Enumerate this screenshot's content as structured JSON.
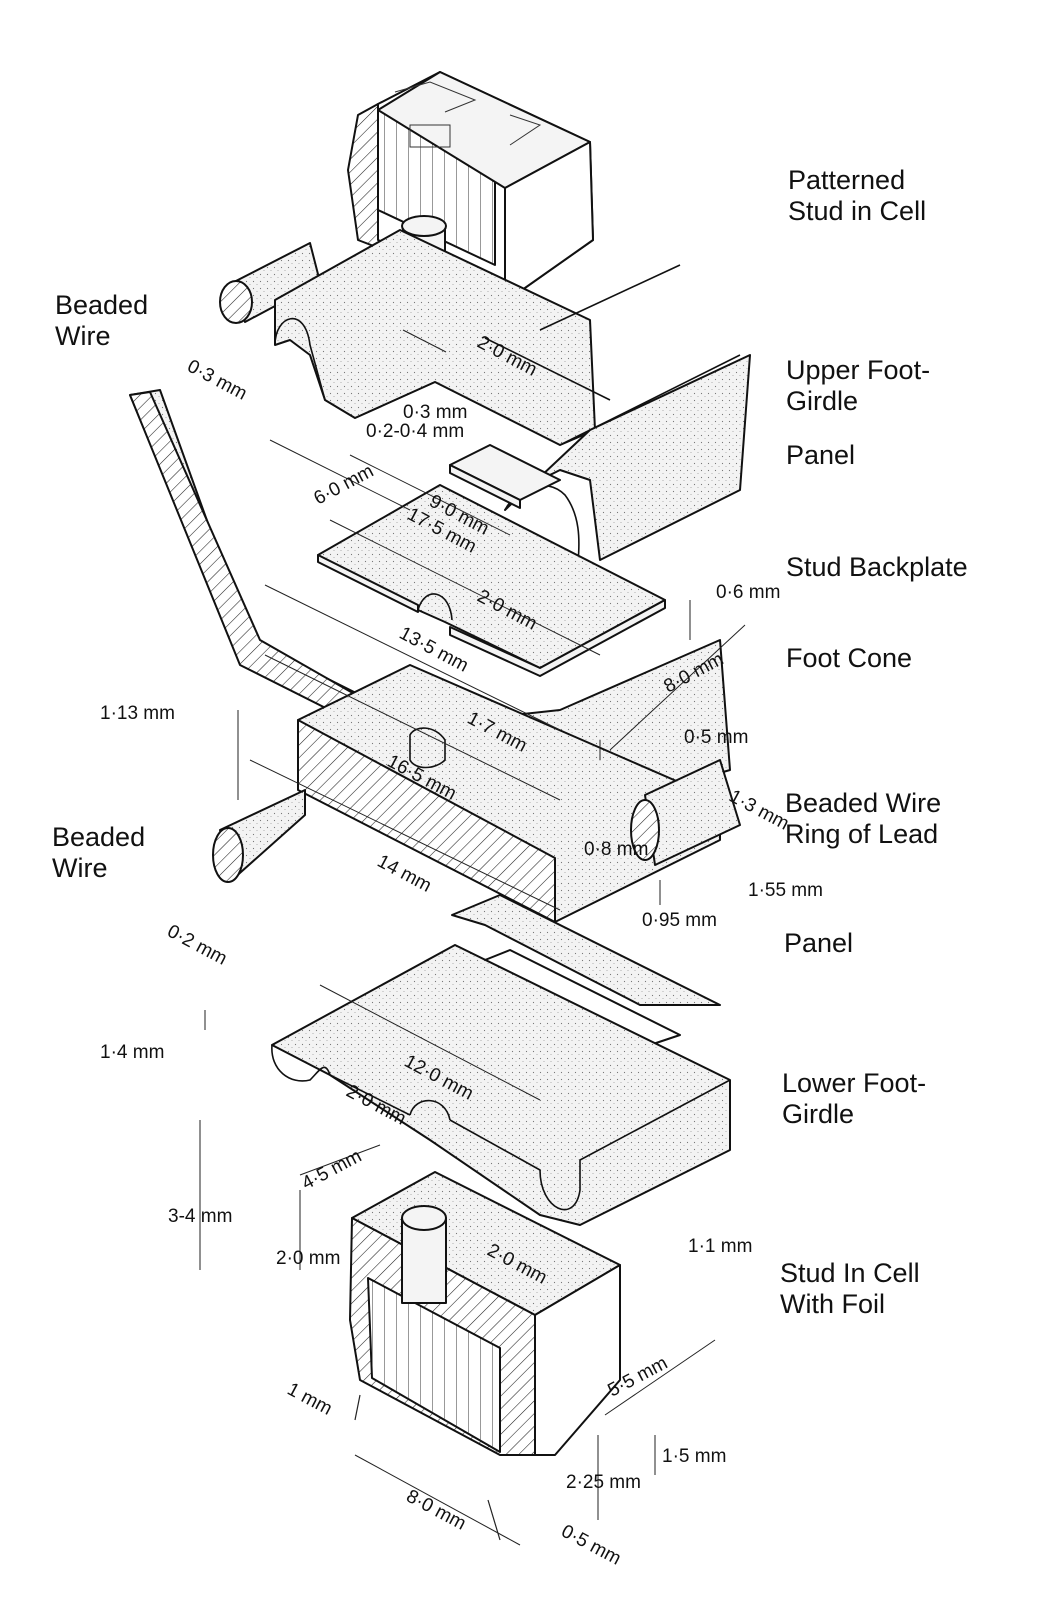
{
  "figure": {
    "part_labels": [
      {
        "id": "patterned-stud-in-cell",
        "text": "Patterned\nStud in Cell"
      },
      {
        "id": "beaded-wire-top",
        "text": "Beaded\nWire"
      },
      {
        "id": "upper-foot-girdle",
        "text": "Upper Foot-\nGirdle"
      },
      {
        "id": "panel-top",
        "text": "Panel"
      },
      {
        "id": "stud-backplate",
        "text": "Stud Backplate"
      },
      {
        "id": "foot-cone",
        "text": "Foot Cone"
      },
      {
        "id": "beaded-wire-ring-of-lead",
        "text": "Beaded Wire\nRing of Lead"
      },
      {
        "id": "beaded-wire-bottom",
        "text": "Beaded\nWire"
      },
      {
        "id": "panel-bottom",
        "text": "Panel"
      },
      {
        "id": "lower-foot-girdle",
        "text": "Lower Foot-\nGirdle"
      },
      {
        "id": "stud-in-cell-with-foil",
        "text": "Stud In Cell\nWith Foil"
      }
    ],
    "dimensions": {
      "stud_top_dia": "2·0 mm",
      "upper_girdle_thickness": "0·3 mm",
      "panel_gap_a": "0·3 mm",
      "panel_gap_b": "0·2-0·4 mm",
      "upper_girdle_width": "6·0 mm",
      "upper_span": "9·0 mm",
      "backplate_length": "17·5 mm",
      "backplate_hole": "2·0 mm",
      "backplate_thickness": "0·6 mm",
      "backplate_width": "8·0 mm",
      "foot_cone_length": "13·5 mm",
      "foot_cone_hole": "1·7 mm",
      "foot_cone_thickness": "0·5 mm",
      "ring_thickness": "1·13 mm",
      "ring_length": "16·5 mm",
      "ring_inner": "0·8 mm",
      "wire_dia": "1·3 mm",
      "ring_width": "14 mm",
      "ring_height": "1·55 mm",
      "panel_thickness": "0·95 mm",
      "lower_girdle_thickness": "0·2 mm",
      "lower_girdle_depth": "1·4 mm",
      "lower_girdle_length": "12·0 mm",
      "lower_girdle_hole": "2·0 mm",
      "lower_girdle_rim": "1·1 mm",
      "cell_overall_height": "3-4 mm",
      "cell_top_offset": "4·5 mm",
      "cell_stud_height": "2·0 mm",
      "cell_stud_dia": "2·0 mm",
      "cell_depth": "5·5 mm",
      "cell_foil": "1 mm",
      "cell_base_height": "1·5 mm",
      "cell_height": "2·25 mm",
      "cell_width": "8·0 mm",
      "cell_wall": "0·5 mm"
    }
  }
}
